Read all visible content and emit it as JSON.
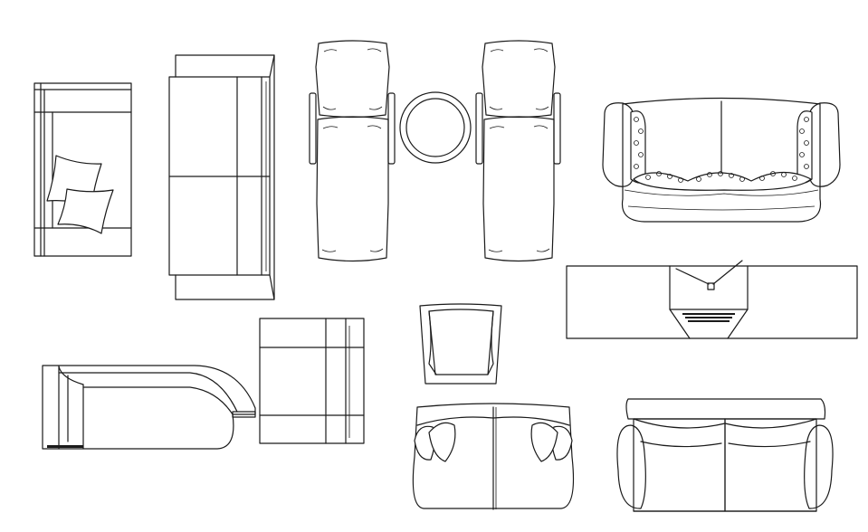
{
  "drawing": {
    "background": "#ffffff",
    "line_color": "#1a1a1a",
    "items": [
      "sofa-with-cushions-plan",
      "long-sofa-plan",
      "sun-lounger-left",
      "round-side-table",
      "sun-lounger-right",
      "floral-cushion-sofa",
      "tv-console-unit",
      "chaise-longue",
      "armchair-plan",
      "small-chair",
      "loveseat-with-pillows",
      "two-seat-sofa"
    ]
  }
}
